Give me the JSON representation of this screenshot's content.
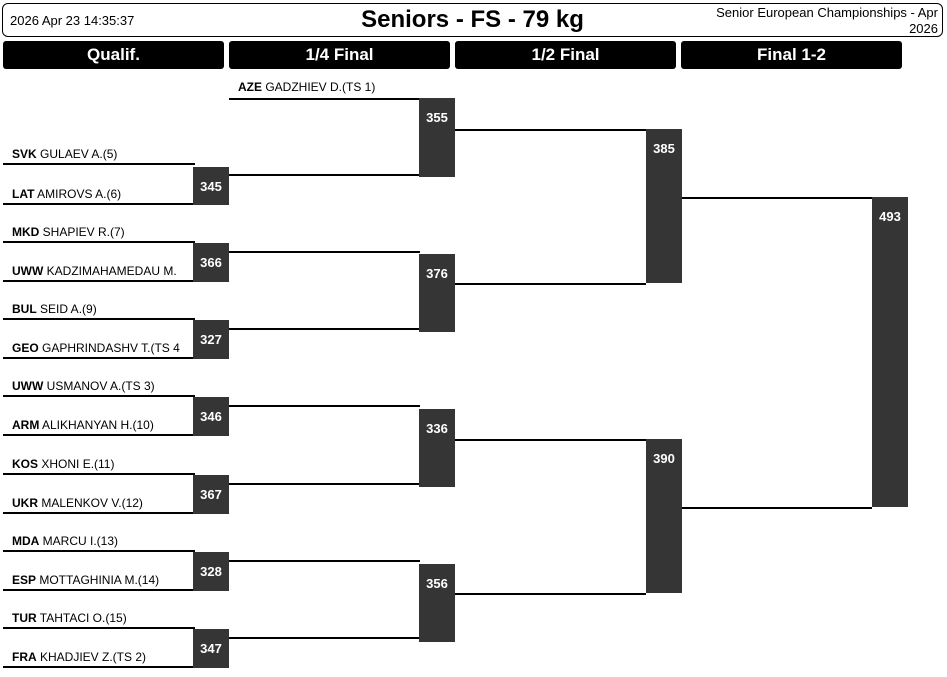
{
  "header": {
    "date": "2026 Apr 23 14:35:37",
    "title": "Seniors - FS - 79 kg",
    "event_line1": "Senior European Championships - Apr",
    "event_line2": "2026"
  },
  "rounds": [
    "Qualif.",
    "1/4 Final",
    "1/2 Final",
    "Final 1-2"
  ],
  "top_seed": {
    "country": "AZE",
    "name": "GADZHIEV D.(TS 1)"
  },
  "qualif": [
    {
      "country": "SVK",
      "name": "GULAEV A.(5)"
    },
    {
      "country": "LAT",
      "name": "AMIROVS A.(6)"
    },
    {
      "country": "MKD",
      "name": "SHAPIEV R.(7)"
    },
    {
      "country": "UWW",
      "name": "KADZIMAHAMEDAU M."
    },
    {
      "country": "BUL",
      "name": "SEID A.(9)"
    },
    {
      "country": "GEO",
      "name": "GAPHRINDASHV T.(TS 4"
    },
    {
      "country": "UWW",
      "name": "USMANOV A.(TS 3)"
    },
    {
      "country": "ARM",
      "name": "ALIKHANYAN H.(10)"
    },
    {
      "country": "KOS",
      "name": "XHONI E.(11)"
    },
    {
      "country": "UKR",
      "name": "MALENKOV V.(12)"
    },
    {
      "country": "MDA",
      "name": "MARCU I.(13)"
    },
    {
      "country": "ESP",
      "name": "MOTTAGHINIA M.(14)"
    },
    {
      "country": "TUR",
      "name": "TAHTACI O.(15)"
    },
    {
      "country": "FRA",
      "name": "KHADJIEV Z.(TS 2)"
    }
  ],
  "bouts": {
    "qualif": [
      "345",
      "366",
      "327",
      "346",
      "367",
      "328",
      "347"
    ],
    "quarter": [
      "355",
      "376",
      "336",
      "356"
    ],
    "semi": [
      "385",
      "390"
    ],
    "final": "493"
  }
}
